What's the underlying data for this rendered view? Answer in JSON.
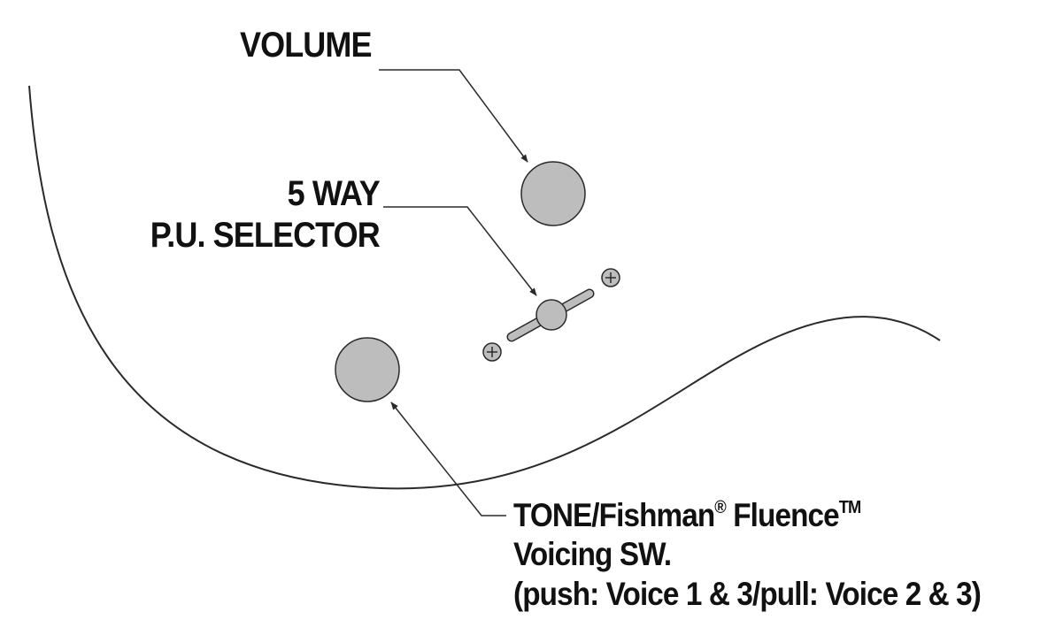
{
  "labels": {
    "volume": "VOLUME",
    "selector_line1": "5 WAY",
    "selector_line2": "P.U. SELECTOR",
    "tone_line1_a": "TONE/Fishman",
    "tone_line1_reg": "®",
    "tone_line1_b": " Fluence",
    "tone_line1_tm": "TM",
    "tone_line2": "Voicing SW.",
    "tone_line3": "(push: Voice 1 & 3/pull: Voice 2 & 3)"
  },
  "colors": {
    "knob_fill": "#bdbdbd",
    "stroke": "#2a2a2a",
    "text": "#111111"
  }
}
